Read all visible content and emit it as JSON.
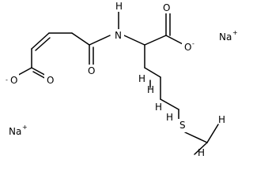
{
  "atoms": {
    "nh": "H",
    "n": "N",
    "o_amide": "O",
    "o_left_carbonyl": "O",
    "o_left_anion": "O",
    "o_right_carbonyl": "O",
    "o_right_anion": "O",
    "s": "S",
    "h_ca1": "H",
    "h_ca2": "H",
    "h_cb1": "H",
    "h_cb2": "H",
    "h_cg": "H",
    "h_cd": "H"
  },
  "charges": {
    "o_left_anion": "-",
    "o_right_anion": "-",
    "na_right": "+",
    "na_left": "+"
  },
  "counterions": {
    "na_right": "Na",
    "na_left": "Na"
  }
}
